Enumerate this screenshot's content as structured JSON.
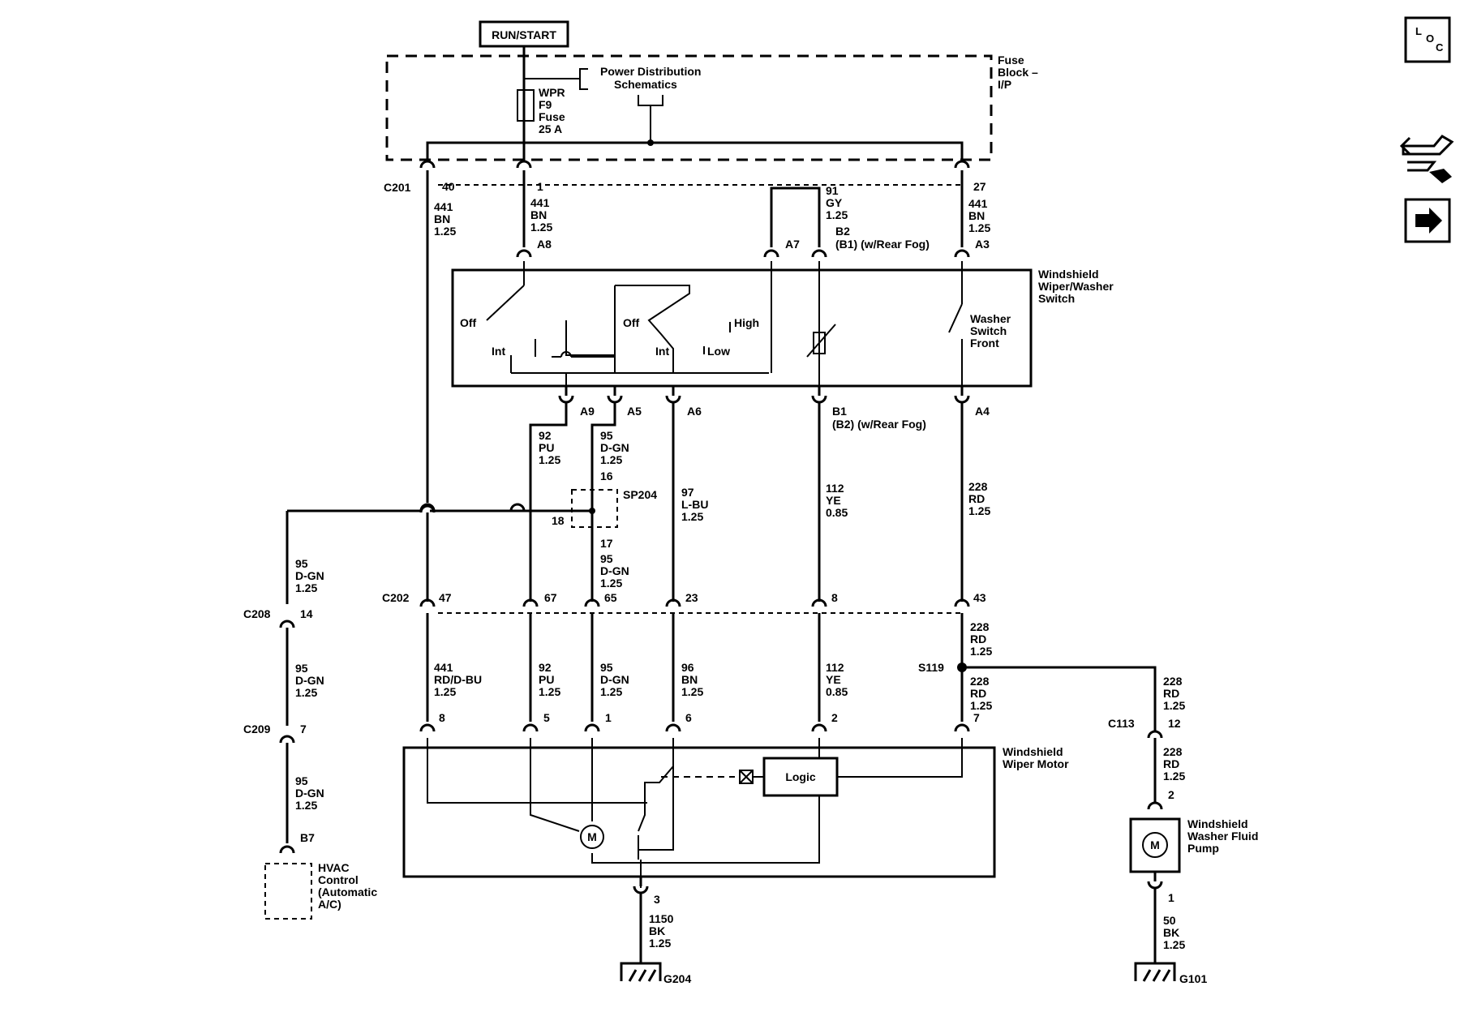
{
  "run_start": "RUN/START",
  "fuse_block": [
    "Fuse",
    "Block –",
    "I/P"
  ],
  "power_dist": [
    "Power Distribution",
    "Schematics"
  ],
  "fuse": [
    "WPR",
    "F9",
    "Fuse",
    "25 A"
  ],
  "wiper_switch_title": [
    "Windshield",
    "Wiper/Washer",
    "Switch"
  ],
  "washer_switch_label": [
    "Washer",
    "Switch",
    "Front"
  ],
  "wiper_motor_title": [
    "Windshield",
    "Wiper Motor"
  ],
  "pump_title": [
    "Windshield",
    "Washer Fluid",
    "Pump"
  ],
  "hvac_title": [
    "HVAC",
    "Control",
    "(Automatic",
    "A/C)"
  ],
  "logic": "Logic",
  "motor_symbol": "M",
  "switch_positions": {
    "off1": "Off",
    "int1": "Int",
    "off2": "Off",
    "int2": "Int",
    "high": "High",
    "low": "Low"
  },
  "connectors": {
    "c201": "C201",
    "c202": "C202",
    "c208": "C208",
    "c209": "C209",
    "c113": "C113",
    "s119": "S119",
    "sp204": "SP204",
    "g204": "G204",
    "g101": "G101"
  },
  "pins": {
    "c201_40": "40",
    "c201_1": "1",
    "c201_27": "27",
    "a8": "A8",
    "a7": "A7",
    "a3": "A3",
    "b2": "B2",
    "b2_note": "(B1) (w/Rear Fog)",
    "a9": "A9",
    "a5": "A5",
    "a6": "A6",
    "b1": "B1",
    "b1_note": "(B2) (w/Rear Fog)",
    "a4": "A4",
    "sp_16": "16",
    "sp_18": "18",
    "sp_17": "17",
    "c202_47": "47",
    "c202_67": "67",
    "c202_65": "65",
    "c202_23": "23",
    "c202_8": "8",
    "c202_43": "43",
    "c208_14": "14",
    "c209_7": "7",
    "b7": "B7",
    "m_8": "8",
    "m_5": "5",
    "m_1": "1",
    "m_6": "6",
    "m_2": "2",
    "m_7": "7",
    "m_3": "3",
    "c113_12": "12",
    "p_2": "2",
    "p_1": "1"
  },
  "wires": {
    "w441a": [
      "441",
      "BN",
      "1.25"
    ],
    "w441b": [
      "441",
      "BN",
      "1.25"
    ],
    "w441c": [
      "441",
      "BN",
      "1.25"
    ],
    "w91": [
      "91",
      "GY",
      "1.25"
    ],
    "w92a": [
      "92",
      "PU",
      "1.25"
    ],
    "w95a": [
      "95",
      "D-GN",
      "1.25"
    ],
    "w97": [
      "97",
      "L-BU",
      "1.25"
    ],
    "w112a": [
      "112",
      "YE",
      "0.85"
    ],
    "w228a": [
      "228",
      "RD",
      "1.25"
    ],
    "w95b": [
      "95",
      "D-GN",
      "1.25"
    ],
    "w95left1": [
      "95",
      "D-GN",
      "1.25"
    ],
    "w95left2": [
      "95",
      "D-GN",
      "1.25"
    ],
    "w95left3": [
      "95",
      "D-GN",
      "1.25"
    ],
    "w441rd": [
      "441",
      "RD/D-BU",
      "1.25"
    ],
    "w92b": [
      "92",
      "PU",
      "1.25"
    ],
    "w95c": [
      "95",
      "D-GN",
      "1.25"
    ],
    "w96": [
      "96",
      "BN",
      "1.25"
    ],
    "w112b": [
      "112",
      "YE",
      "0.85"
    ],
    "w228b": [
      "228",
      "RD",
      "1.25"
    ],
    "w228c": [
      "228",
      "RD",
      "1.25"
    ],
    "w228d": [
      "228",
      "RD",
      "1.25"
    ],
    "w228e": [
      "228",
      "RD",
      "1.25"
    ],
    "w1150": [
      "1150",
      "BK",
      "1.25"
    ],
    "w50": [
      "50",
      "BK",
      "1.25"
    ]
  },
  "nav_icons": [
    "loc-icon",
    "wrench-vehicle-icon",
    "next-arrow-icon"
  ],
  "loc_icon_letters": [
    "L",
    "O",
    "C"
  ]
}
